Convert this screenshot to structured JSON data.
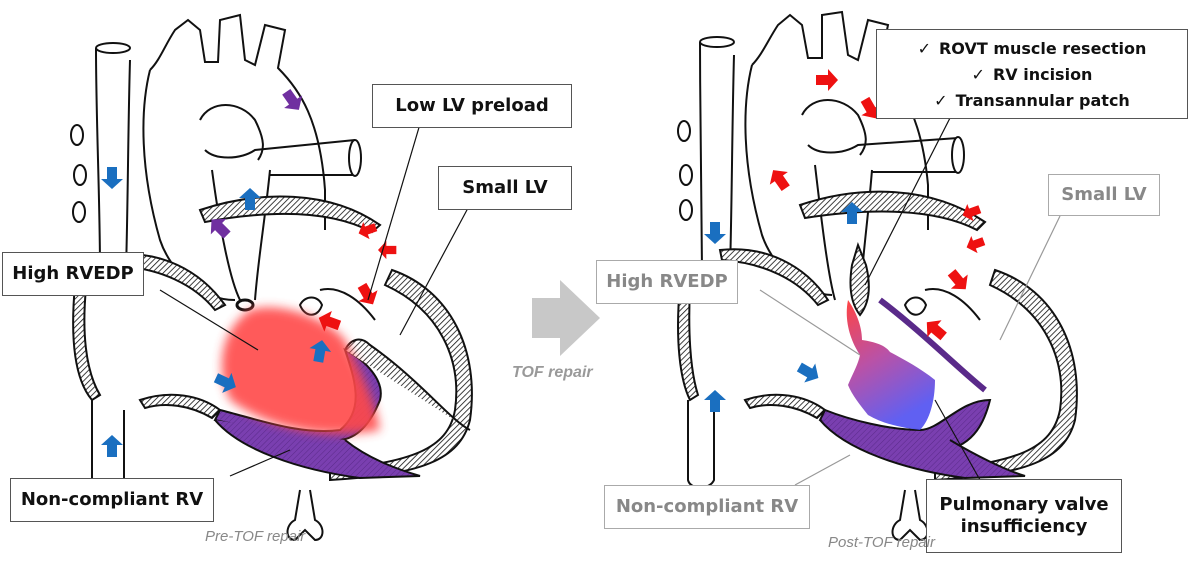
{
  "panels": {
    "pre": {
      "caption": "Pre-TOF repair",
      "labels": {
        "low_lv_preload": "Low LV preload",
        "small_lv": "Small LV",
        "high_rvedp": "High RVEDP",
        "non_compliant_rv": "Non-compliant RV"
      }
    },
    "post": {
      "caption": "Post-TOF repair",
      "labels": {
        "small_lv": "Small LV",
        "high_rvedp": "High RVEDP",
        "non_compliant_rv": "Non-compliant RV",
        "pulmonary_valve": "Pulmonary valve insufficiency"
      },
      "checklist": [
        {
          "icon": "check-icon",
          "glyph": "✓",
          "text": "ROVT muscle resection"
        },
        {
          "icon": "check-icon",
          "glyph": "✓",
          "text": "RV incision"
        },
        {
          "icon": "check-icon",
          "glyph": "✓",
          "text": "Transannular patch"
        }
      ]
    }
  },
  "transition": {
    "icon": "arrow-right-icon",
    "label": "TOF repair"
  },
  "colors": {
    "red_arrow": "#ee1111",
    "blue_arrow": "#1a6fc0",
    "purple_arrow": "#7030a0",
    "rv_purple": "#7a3fb0",
    "rv_red_blob": "#ff4a4a",
    "transition_arrow": "#c8c8c8"
  }
}
